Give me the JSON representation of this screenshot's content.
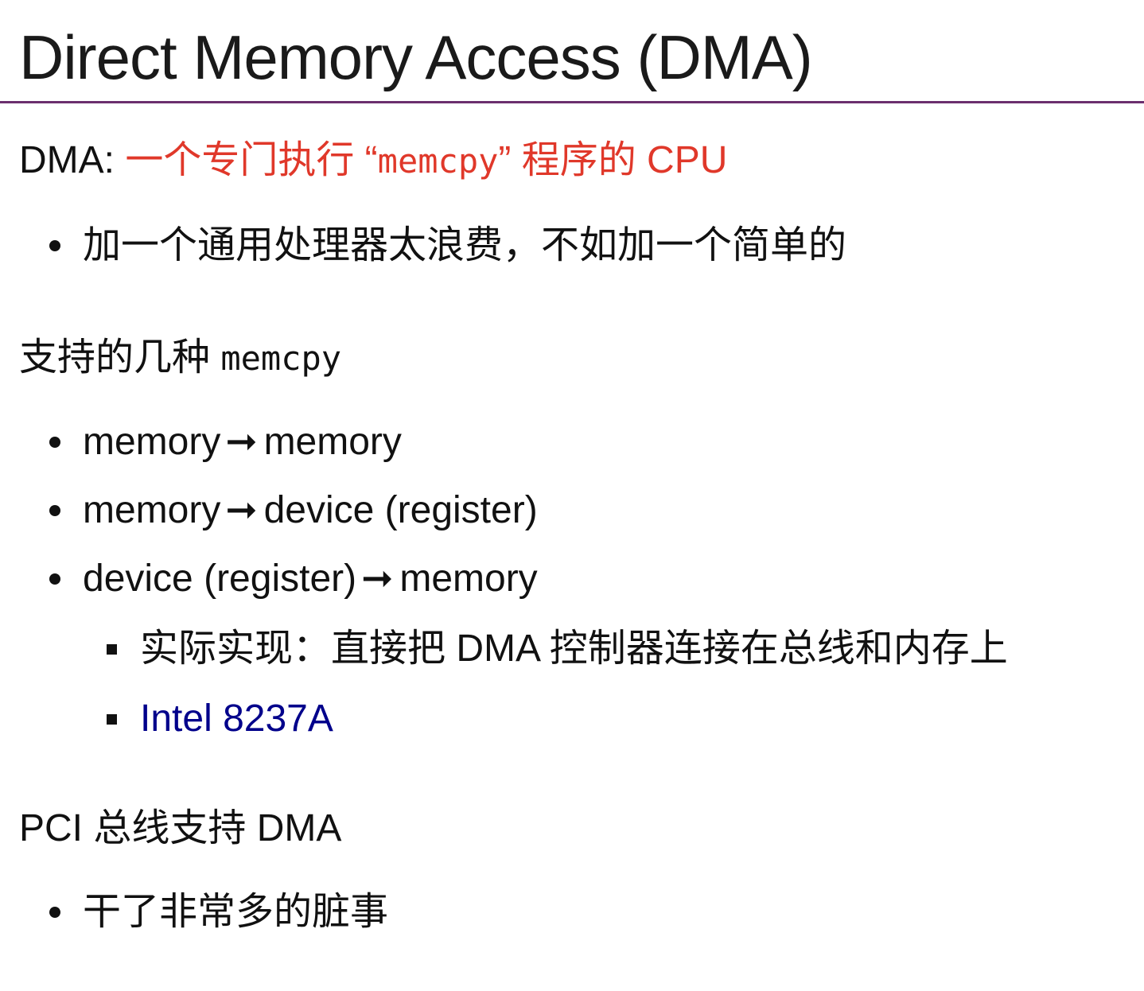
{
  "title": "Direct Memory Access (DMA)",
  "section1": {
    "prefix": "DMA: ",
    "highlight_a": "一个专门执行 “",
    "highlight_code": "memcpy",
    "highlight_b": "” 程序的 CPU",
    "bullets": [
      "加一个通用处理器太浪费，不如加一个简单的"
    ]
  },
  "section2": {
    "heading_text": "支持的几种 ",
    "heading_code": "memcpy",
    "arrow": "➞",
    "items": [
      {
        "left": "memory",
        "right": "memory"
      },
      {
        "left": "memory",
        "right": "device (register)"
      },
      {
        "left": "device (register)",
        "right": "memory"
      }
    ],
    "sub_items": [
      "实际实现：直接把 DMA 控制器连接在总线和内存上",
      "Intel 8237A"
    ]
  },
  "section3": {
    "heading": "PCI 总线支持 DMA",
    "bullets": [
      "干了非常多的脏事"
    ]
  },
  "colors": {
    "accent_red": "#e0382a",
    "link_blue": "#00008b",
    "rule_purple": "#6b2f6e"
  }
}
